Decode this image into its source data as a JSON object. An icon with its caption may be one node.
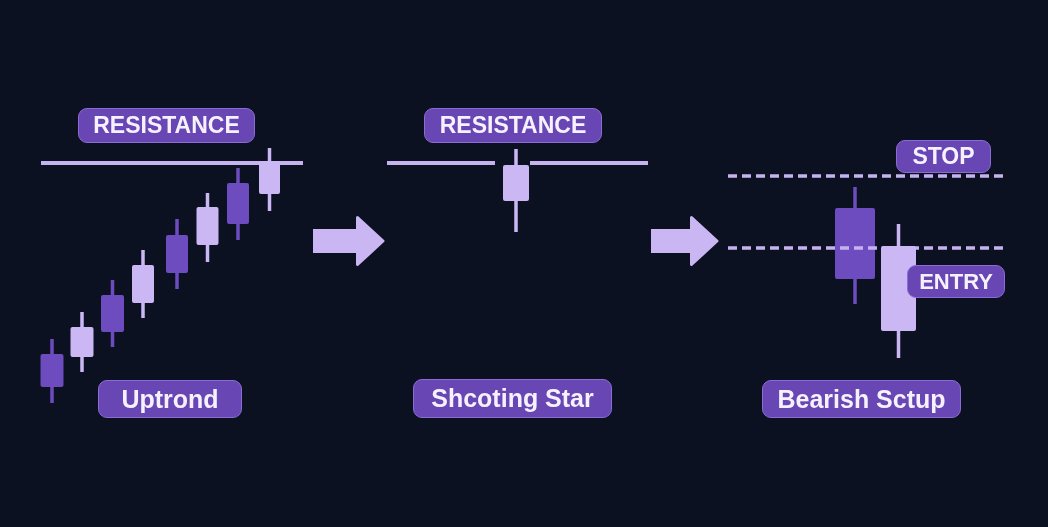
{
  "diagram": {
    "nodes": [
      {
        "text": [],
        "shape": "picture"
      },
      {
        "text": [
          "RESISTANCE"
        ]
      },
      {
        "text": [
          "Uptrond"
        ]
      },
      {
        "text": [],
        "shape": "picture"
      },
      {
        "text": [
          "RESISTANCE"
        ]
      },
      {
        "text": [
          "Shcoting Star"
        ]
      },
      {
        "text": [],
        "shape": "picture"
      },
      {
        "text": [
          "STOP"
        ]
      },
      {
        "text": [
          "ENTRY"
        ],
        "in": 6
      },
      {
        "text": [
          "Bearish Sctup"
        ]
      }
    ],
    "edges": [
      {
        "from": 0,
        "to": 3,
        "arrow": "to"
      },
      {
        "from": 3,
        "to": 6,
        "arrow": "to"
      }
    ]
  }
}
